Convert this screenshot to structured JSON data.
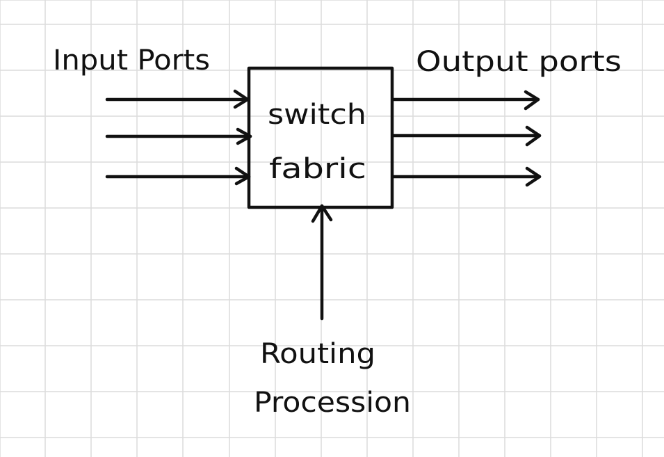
{
  "diagram": {
    "input_label": "Input Ports",
    "output_label": "Output ports",
    "box_label_line1": "switch",
    "box_label_line2": "fabric",
    "bottom_label_line1": "Routing",
    "bottom_label_line2": "Procession",
    "input_arrow_count": 3,
    "output_arrow_count": 3,
    "ink_color": "#111111",
    "grid_color": "#dcdcdc",
    "background_color": "#ffffff"
  }
}
